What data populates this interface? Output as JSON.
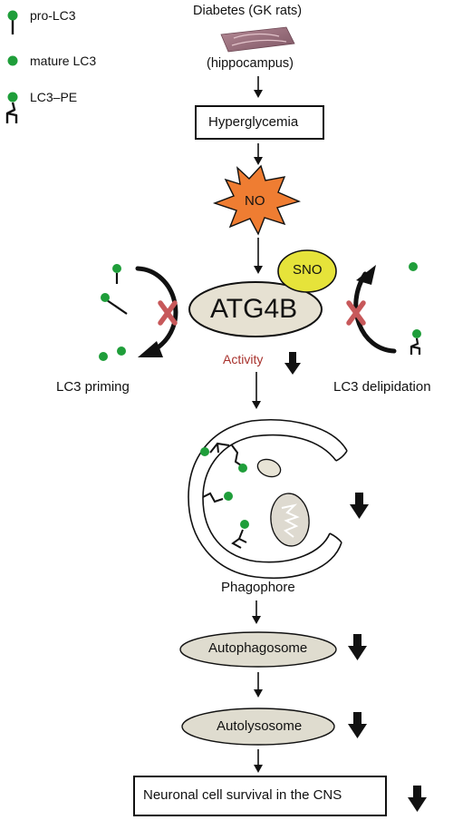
{
  "legend": {
    "pro_lc3": "pro-LC3",
    "mature_lc3": "mature LC3",
    "lc3_pe": "LC3–PE"
  },
  "top": {
    "title": "Diabetes (GK rats)",
    "tissue": "(hippocampus)"
  },
  "nodes": {
    "hyperglycemia": "Hyperglycemia",
    "no": "NO",
    "atg4b": "ATG4B",
    "sno": "SNO",
    "activity": "Activity",
    "lc3_priming": "LC3 priming",
    "lc3_delipidation": "LC3 delipidation",
    "phagophore": "Phagophore",
    "autophagosome": "Autophagosome",
    "autolysosome": "Autolysosome",
    "survival": "Neuronal cell survival in the CNS"
  },
  "colors": {
    "lc3_green": "#1f9e3a",
    "no_orange": "#ef7d32",
    "sno_yellow": "#e6e33a",
    "atg4b_fill": "#e6e1d2",
    "oval_fill": "#dfdccf",
    "cross_red": "#c7585a",
    "activity_red": "#a8322d"
  },
  "icons": [
    "brain-slice-icon",
    "x-mark-icon",
    "down-arrow-icon"
  ]
}
